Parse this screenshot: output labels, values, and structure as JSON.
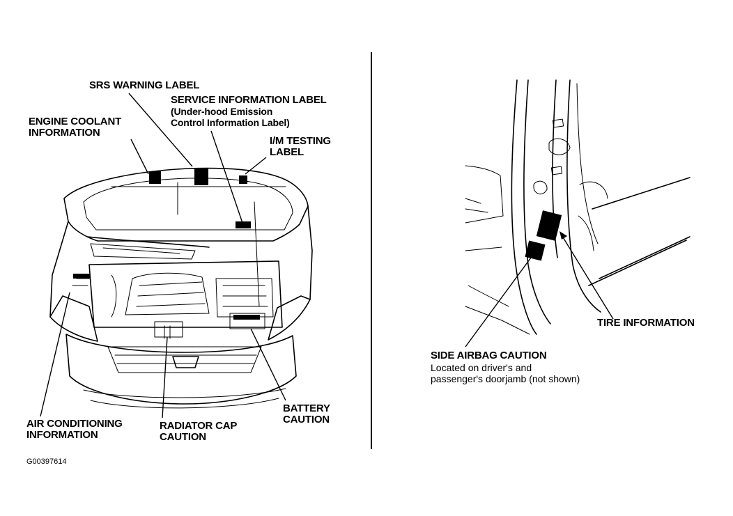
{
  "left_panel": {
    "labels": {
      "srs_warning": "SRS WARNING LABEL",
      "service_info_1": "SERVICE INFORMATION LABEL",
      "service_info_2": "(Under-hood Emission",
      "service_info_3": "Control Information Label)",
      "engine_coolant_1": "ENGINE COOLANT",
      "engine_coolant_2": "INFORMATION",
      "im_testing_1": "I/M TESTING",
      "im_testing_2": "LABEL",
      "air_conditioning_1": "AIR CONDITIONING",
      "air_conditioning_2": "INFORMATION",
      "radiator_cap_1": "RADIATOR CAP",
      "radiator_cap_2": "CAUTION",
      "battery_1": "BATTERY",
      "battery_2": "CAUTION"
    }
  },
  "right_panel": {
    "labels": {
      "tire_info": "TIRE INFORMATION",
      "side_airbag": "SIDE AIRBAG CAUTION",
      "side_airbag_note_1": "Located on driver's and",
      "side_airbag_note_2": "passenger's doorjamb (not shown)"
    }
  },
  "figure_code": "G00397614"
}
